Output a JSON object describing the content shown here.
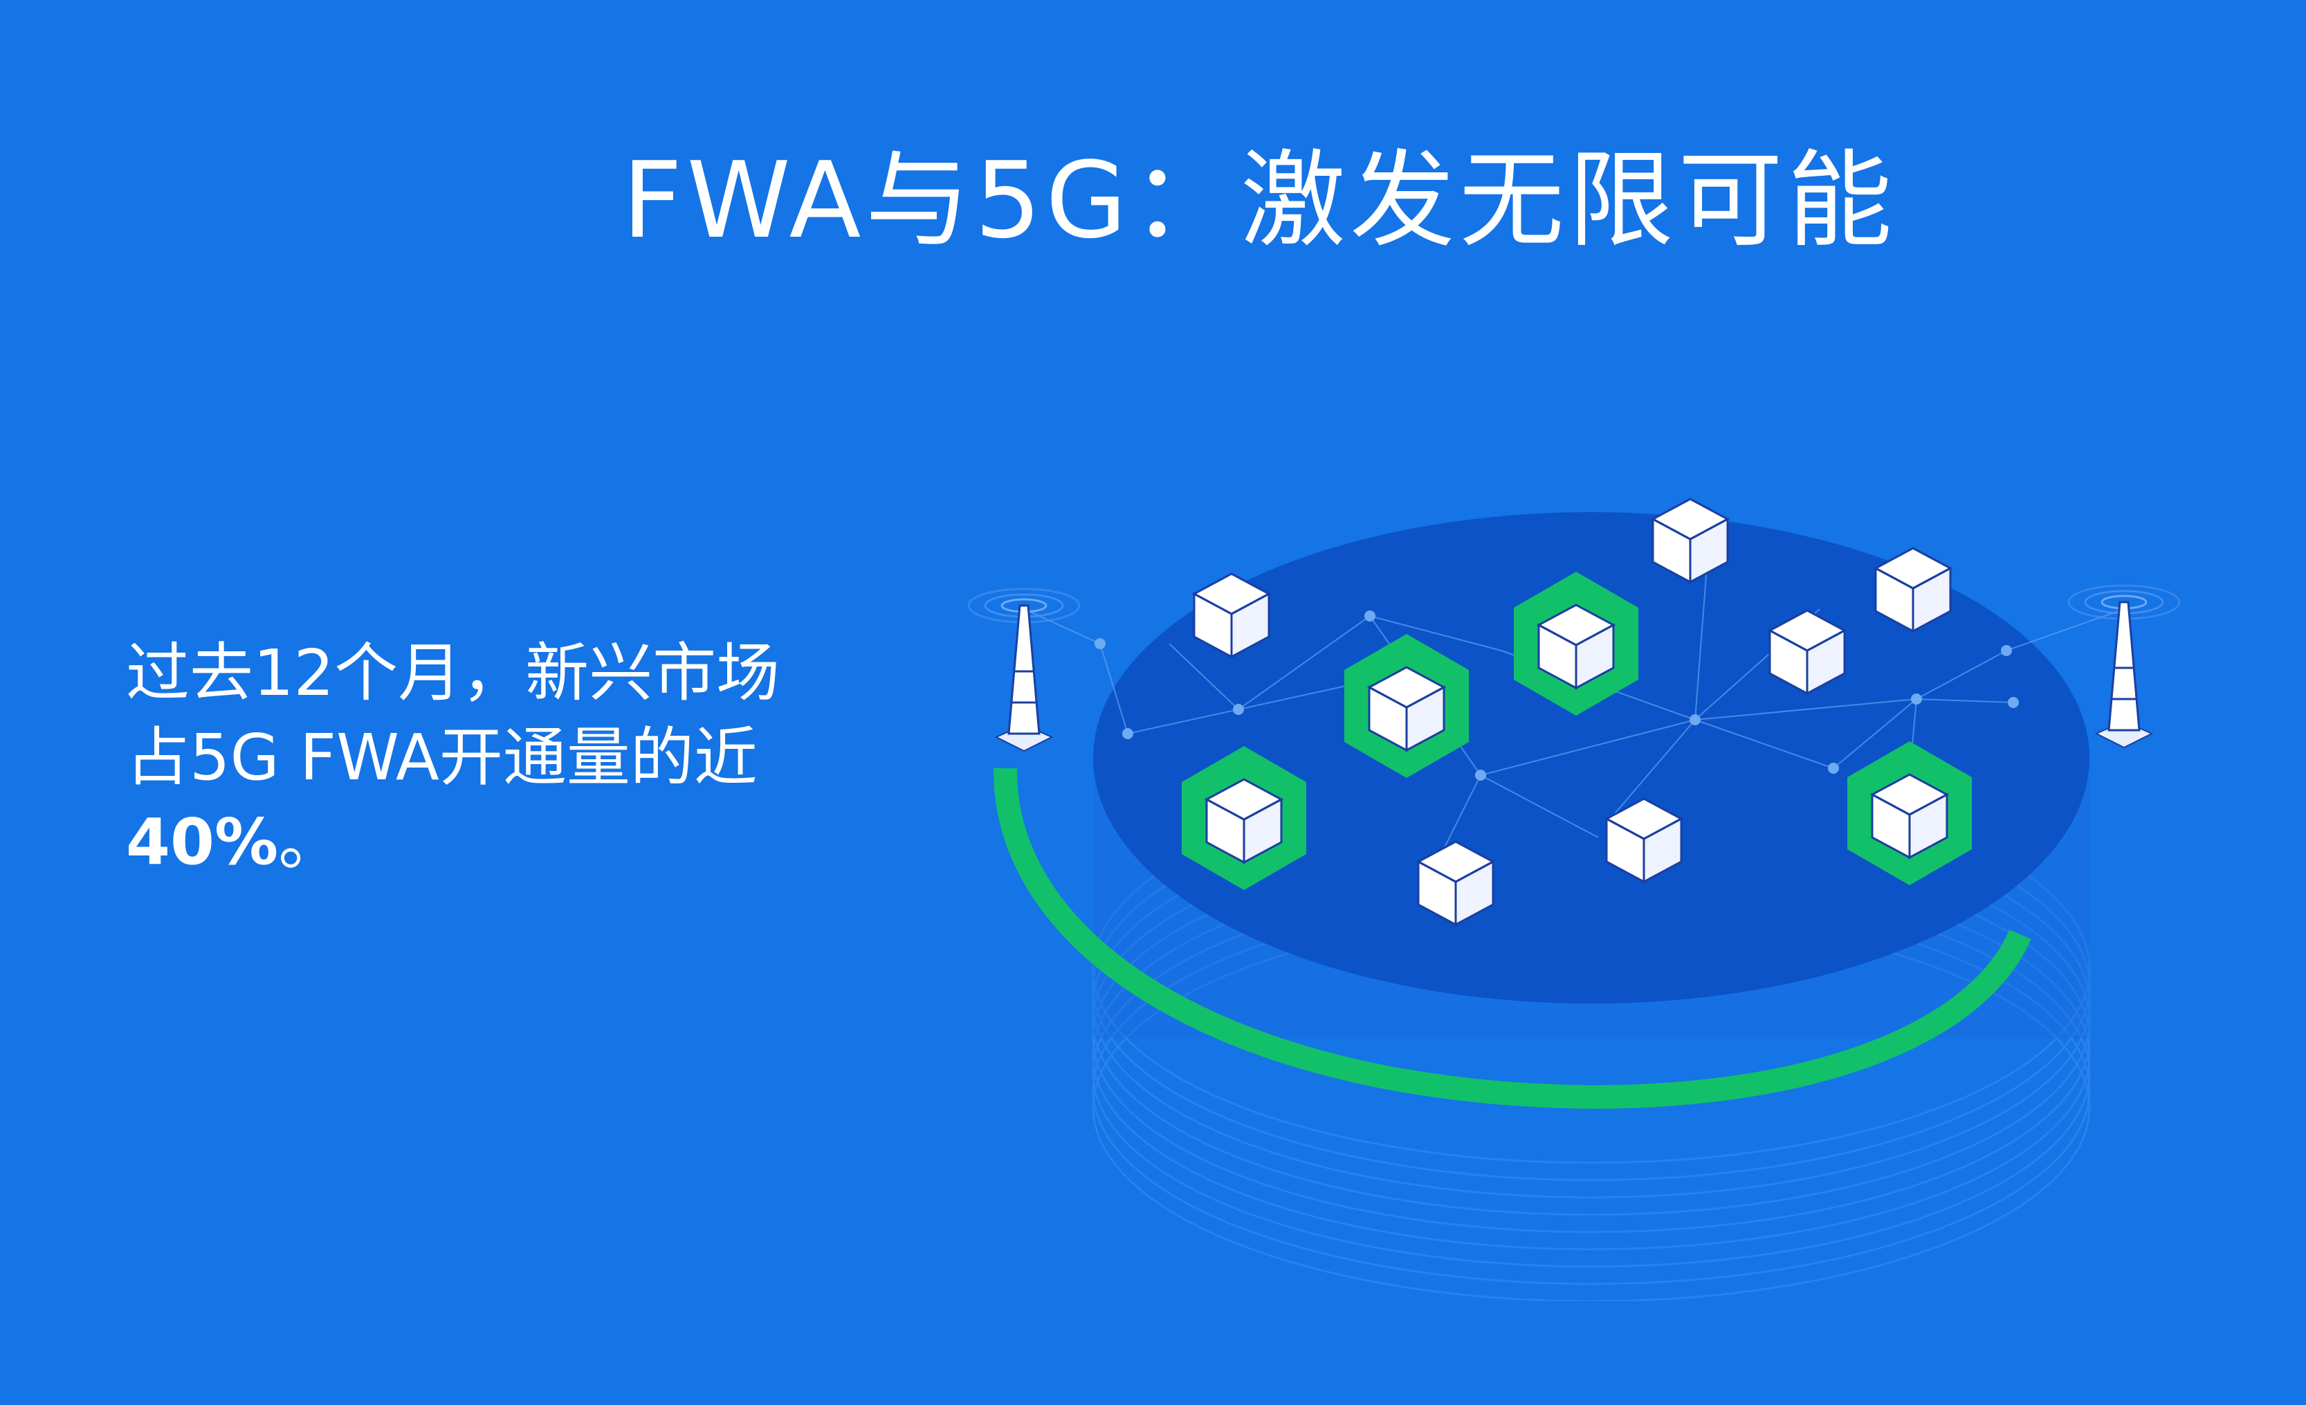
{
  "title": "FWA与5G：激发无限可能",
  "body": {
    "line1": "过去12个月，新兴市场",
    "line2": "占5G FWA开通量的近",
    "highlight": "40%",
    "suffix": "。"
  },
  "colors": {
    "background": "#1574E6",
    "disc_top": "#0B53C7",
    "accent_green": "#12C06A",
    "cube_white": "#FFFFFF"
  },
  "illustration": {
    "node_icon": "cube-icon",
    "highlighted_node_icon": "hexagon-cube-icon",
    "tower_icon": "antenna-tower-icon"
  }
}
